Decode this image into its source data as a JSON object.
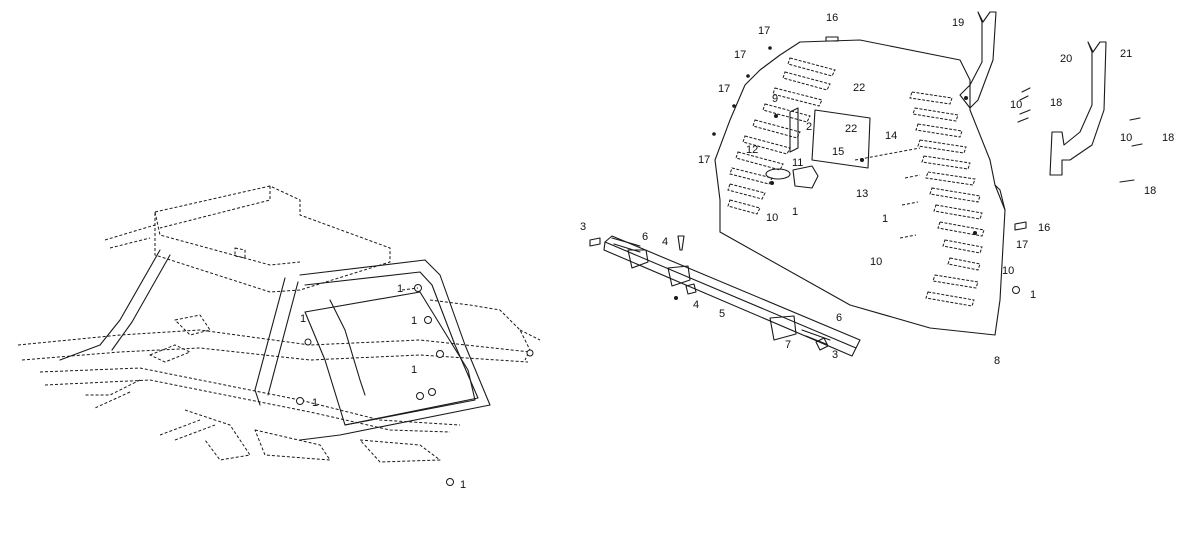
{
  "callouts": {
    "c1": "1",
    "c2": "1",
    "c3": "1",
    "c4": "1",
    "c5": "1",
    "r16a": "16",
    "r17a": "17",
    "r17b": "17",
    "r17c": "17",
    "r19": "19",
    "r20": "20",
    "r21": "21",
    "r22a": "22",
    "r9": "9",
    "r2": "2",
    "r10a": "10",
    "r18a": "18",
    "r22b": "22",
    "r15": "15",
    "r14": "14",
    "r10b": "10",
    "r18b": "18",
    "r17d": "17",
    "r12": "12",
    "r11": "11",
    "r13": "13",
    "r18c": "18",
    "r10c": "10",
    "r1a": "1",
    "r1b": "1",
    "r1c": "1",
    "r16b": "16",
    "r3a": "3",
    "r6a": "6",
    "r4a": "4",
    "r17e": "17",
    "r10d": "10",
    "r10e": "10",
    "r1d": "1",
    "r4b": "4",
    "r5": "5",
    "r6b": "6",
    "r7": "7",
    "r3b": "3",
    "r8": "8"
  }
}
